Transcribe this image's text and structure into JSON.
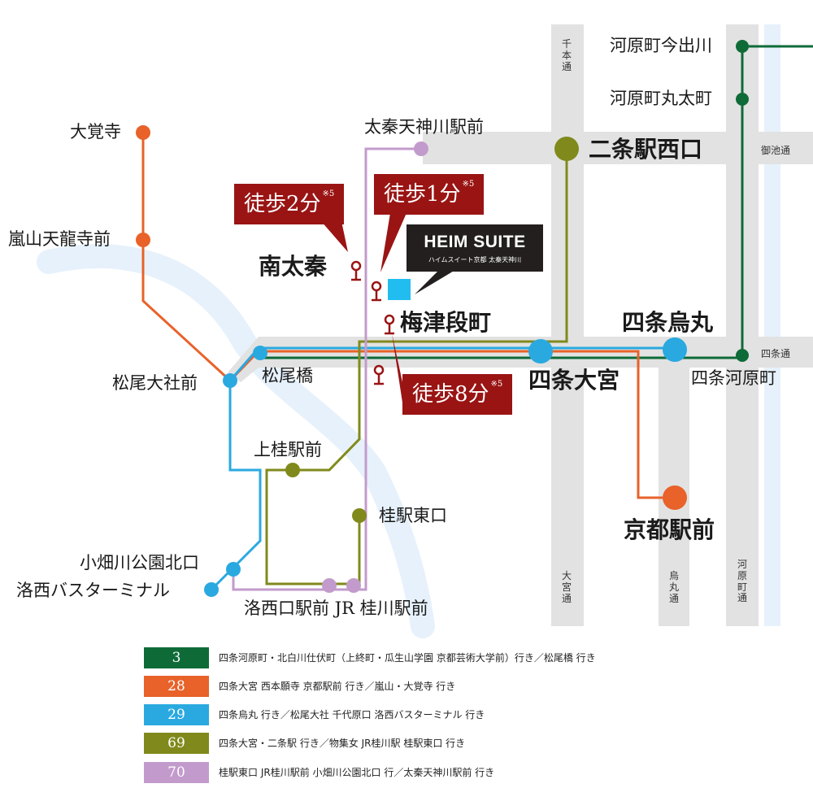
{
  "colors": {
    "line3": "#0e6b38",
    "line28": "#e8622a",
    "line29": "#2aa9e0",
    "line69": "#808a1c",
    "line70": "#c29bcc",
    "walk": "#9a1414",
    "river": "#e6f1fb",
    "road": "#e2e2e2",
    "site": "#21bdf0"
  },
  "stops": {
    "daikakuji": "大覚寺",
    "arashiyama": "嵐山天龍寺前",
    "matsuo_taisha": "松尾大社前",
    "matsuobashi": "松尾橋",
    "kamikatsura": "上桂駅前",
    "katsura_east": "桂駅東口",
    "obatagawa": "小畑川公園北口",
    "rakusai_terminal": "洛西バスターミナル",
    "rakusai_jr": "洛西口駅前 JR 桂川駅前",
    "uzumasa_tenjingawa": "太秦天神川駅前",
    "minami_uzumasa": "南太秦",
    "umezu_danmachi": "梅津段町",
    "nijo_west": "二条駅西口",
    "shijo_omiya": "四条大宮",
    "shijo_karasuma": "四条烏丸",
    "shijo_kawaramachi": "四条河原町",
    "kawaramachi_imadegawa": "河原町今出川",
    "kawaramachi_marutamachi": "河原町丸太町",
    "kyoto_station": "京都駅前"
  },
  "roads": {
    "senbon": "千本通",
    "oike": "御池通",
    "shijo": "四条通",
    "omiya": "大宮通",
    "karasuma": "烏丸通",
    "kawaramachi": "河原町通"
  },
  "walk": {
    "w2": "徒歩2分",
    "w1": "徒歩1分",
    "w8": "徒歩8分",
    "note": "※5"
  },
  "property": {
    "name": "HEIM SUITE",
    "sub": "ハイムスイート京都 太秦天神川"
  },
  "legend": [
    {
      "num": "3",
      "color": "#0e6b38",
      "text": "四条河原町・北白川仕伏町（上終町・瓜生山学園 京都芸術大学前）行き／松尾橋 行き"
    },
    {
      "num": "28",
      "color": "#e8622a",
      "text": "四条大宮 西本願寺 京都駅前 行き／嵐山・大覚寺 行き"
    },
    {
      "num": "29",
      "color": "#2aa9e0",
      "text": "四条烏丸 行き／松尾大社 千代原口 洛西バスターミナル 行き"
    },
    {
      "num": "69",
      "color": "#808a1c",
      "text": "四条大宮・二条駅 行き／物集女 JR桂川駅 桂駅東口 行き"
    },
    {
      "num": "70",
      "color": "#c29bcc",
      "text": "桂駅東口 JR桂川駅前 小畑川公園北口 行／太秦天神川駅前 行き"
    }
  ]
}
